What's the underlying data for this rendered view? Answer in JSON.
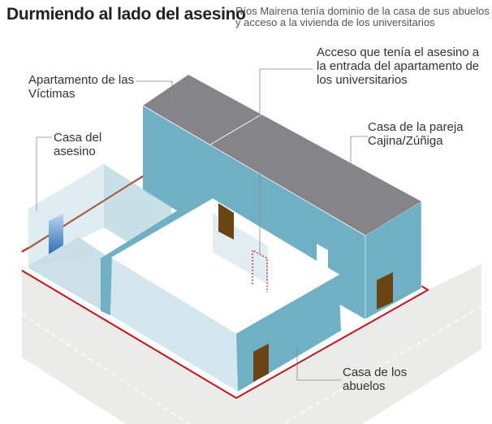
{
  "header": {
    "title": "Durmiendo al lado del asesino",
    "subtitle": "Ríos Mairena tenía dominio de la casa de sus abuelos y acceso a la vivienda de los universitarios"
  },
  "labels": {
    "victims_apartment": "Apartamento de las Víctimas",
    "access": "Acceso que tenía el asesino a la entrada del apartamento de los universitarios",
    "cajina_house": "Casa de la pareja Cajina/Zúñiga",
    "killer_house": "Casa del asesino",
    "grandparents_house": "Casa de los abuelos"
  },
  "colors": {
    "wall": "#6fb0c4",
    "roof": "#858589",
    "glass_wall": "#d4e6ee",
    "lot_line": "#c0151f",
    "street": "#ebebe9",
    "door": "#6b4414"
  }
}
